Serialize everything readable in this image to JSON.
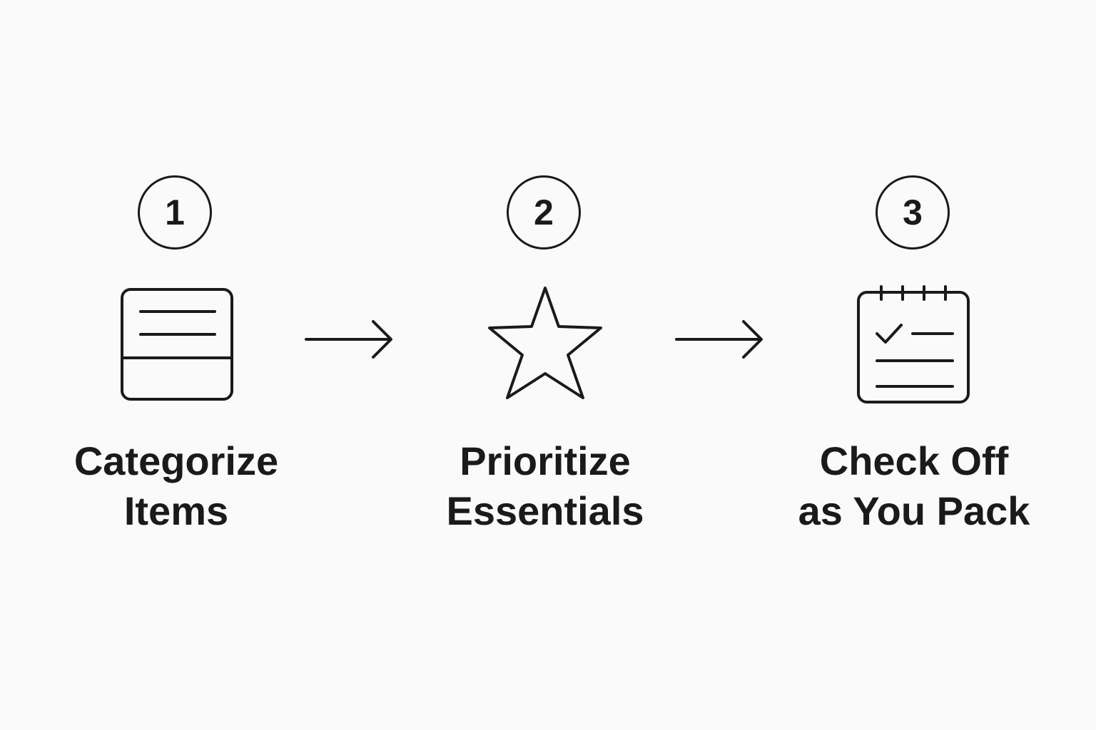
{
  "steps": [
    {
      "number": "1",
      "label_line1": "Categorize",
      "label_line2": "Items",
      "icon": "list-box-icon"
    },
    {
      "number": "2",
      "label_line1": "Prioritize",
      "label_line2": "Essentials",
      "icon": "star-icon"
    },
    {
      "number": "3",
      "label_line1": "Check Off",
      "label_line2": "as You Pack",
      "icon": "checklist-calendar-icon"
    }
  ],
  "connectors": [
    "arrow-right-icon",
    "arrow-right-icon"
  ],
  "colors": {
    "background": "#fafafa",
    "ink": "#1a1a1a"
  }
}
